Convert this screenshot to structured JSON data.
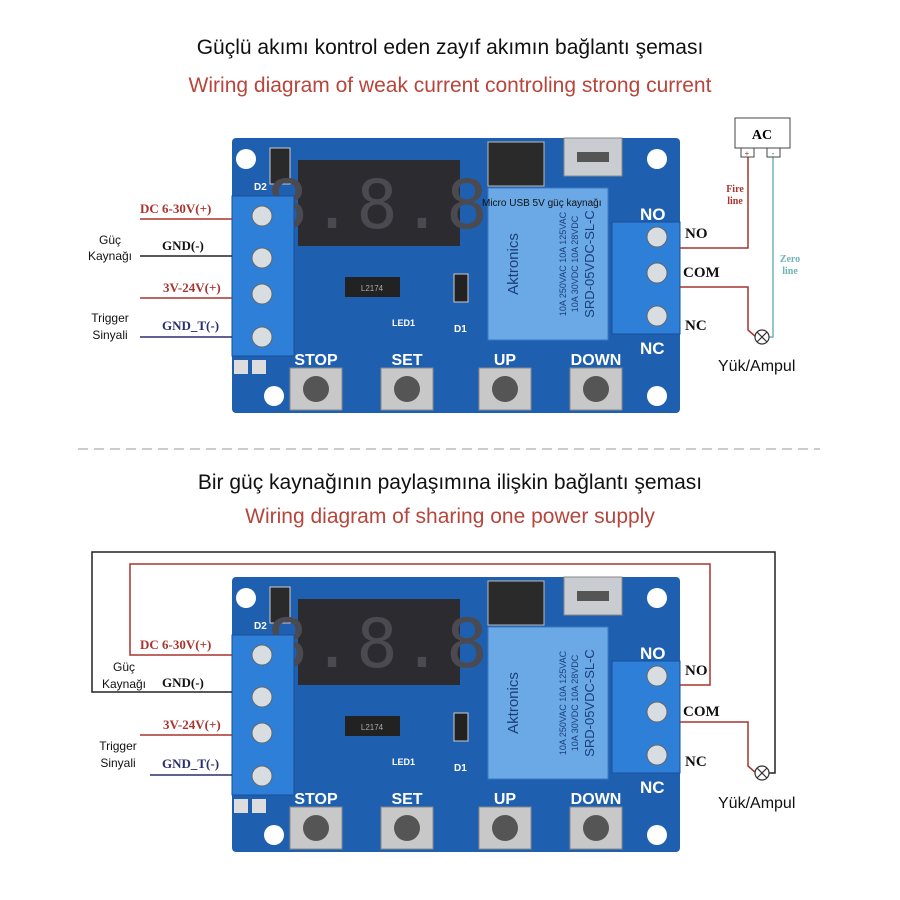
{
  "section1": {
    "title": "Güçlü akımı kontrol eden zayıf akımın bağlantı şeması",
    "subtitle": "Wiring diagram of weak current controling strong current",
    "usb_note": "Micro USB 5V güç kaynağı",
    "ac_label": "AC",
    "ac_plus": "+",
    "ac_minus": "-",
    "fire_line": [
      "Fire",
      "line"
    ],
    "zero_line": [
      "Zero",
      "line"
    ],
    "load_label": "Yük/Ampul"
  },
  "section2": {
    "title": "Bir güç kaynağının paylaşımına ilişkin bağlantı şeması",
    "subtitle": "Wiring diagram of sharing one power supply",
    "load_label": "Yük/Ampul"
  },
  "inputs": {
    "dc": "DC 6-30V(+)",
    "gnd": "GND(-)",
    "trig_plus": "3V-24V(+)",
    "gnd_t": "GND_T(-)",
    "power_group": [
      "Güç",
      "Kaynağı"
    ],
    "trigger_group": [
      "Trigger",
      "Sinyali"
    ]
  },
  "outputs": {
    "no": "NO",
    "com": "COM",
    "nc": "NC"
  },
  "board": {
    "display": "8.8.8",
    "buttons": [
      "STOP",
      "SET",
      "UP",
      "DOWN"
    ],
    "relay_brand": "Aktronics",
    "relay_model": "SRD-05VDC-SL-C",
    "relay_spec1": "10A 250VAC  10A 125VAC",
    "relay_spec2": "10A 30VDC  10A 28VDC",
    "no": "NO",
    "nc": "NC",
    "d2": "D2",
    "d1": "D1",
    "led": "LED1",
    "ic": "L2174"
  },
  "colors": {
    "red_wire": "#a8352f",
    "black_wire": "#222222",
    "navy_wire": "#2a2f6e",
    "zero_wire": "#6fb3b8",
    "pcb": "#1f5fb0"
  }
}
